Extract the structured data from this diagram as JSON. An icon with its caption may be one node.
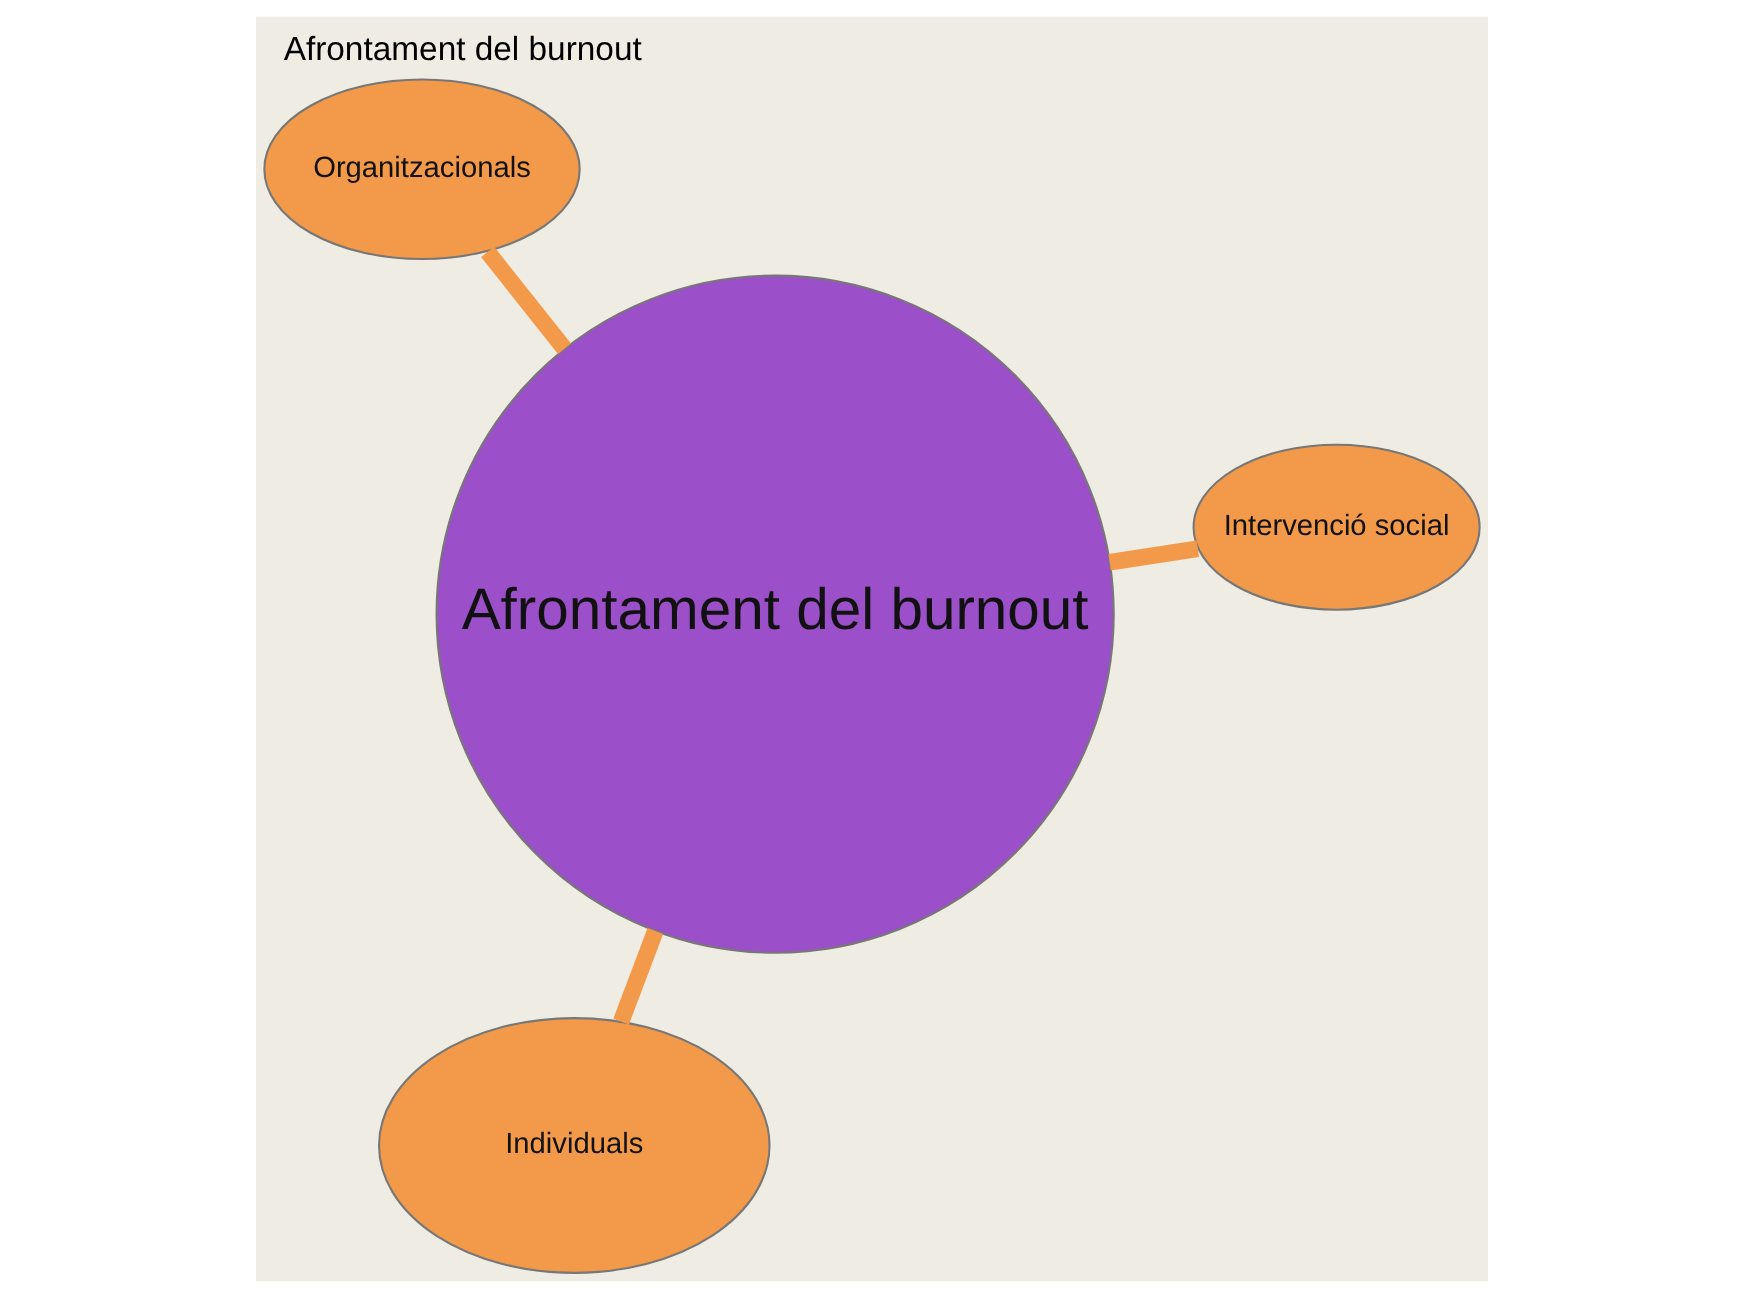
{
  "diagram": {
    "title": "Afrontament del burnout",
    "nodes": [
      {
        "text": [
          "Afrontament del burnout"
        ]
      },
      {
        "text": [
          "Intervenció social"
        ]
      },
      {
        "text": [
          "Individuals"
        ]
      },
      {
        "text": [
          "Organitzacionals"
        ]
      }
    ],
    "edges": [
      {
        "from": 1,
        "to": 0,
        "arrow": "none"
      },
      {
        "from": 2,
        "to": 0,
        "arrow": "none"
      },
      {
        "from": 3,
        "to": 0,
        "arrow": "none"
      }
    ]
  }
}
